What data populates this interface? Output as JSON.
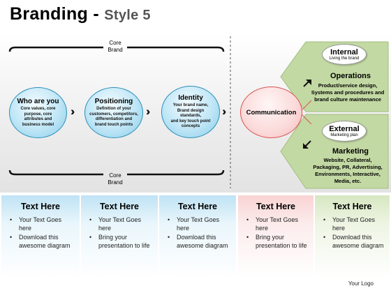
{
  "title": {
    "main": "Branding - ",
    "style": "Style 5"
  },
  "core_brand_top": [
    "Core",
    "Brand"
  ],
  "core_brand_bottom": [
    "Core",
    "Brand"
  ],
  "circles": [
    {
      "title": "Who are you",
      "desc": [
        "Core values, core",
        "purpose, core",
        "attributes and",
        "business model"
      ]
    },
    {
      "title": "Positioning",
      "desc": [
        "Definition of your",
        "customers, competitors,",
        "differentiation and",
        "brand touch points"
      ]
    },
    {
      "title": "Identity",
      "desc": [
        "Your brand name,",
        "Brand design",
        "standards,",
        "and key touch point",
        "concepts"
      ]
    }
  ],
  "communication": "Communication",
  "internal": {
    "title": "Internal",
    "subtitle": "Living the brand",
    "heading": "Operations",
    "desc": [
      "Product/service design,",
      "Systems and procedures and",
      "brand culture maintenance"
    ]
  },
  "external": {
    "title": "External",
    "subtitle": "Marketing plan",
    "heading": "Marketing",
    "desc": [
      "Website, Collateral,",
      "Packaging, PR, Advertising,",
      "Environments, Interactive,",
      "Media, etc."
    ]
  },
  "panels": [
    {
      "heading": "Text Here",
      "bullets": [
        "Your Text Goes here",
        "Download this awesome diagram"
      ]
    },
    {
      "heading": "Text Here",
      "bullets": [
        "Your Text Goes here",
        "Bring your presentation to life"
      ]
    },
    {
      "heading": "Text Here",
      "bullets": [
        "Your Text Goes here",
        "Download this awesome diagram"
      ]
    },
    {
      "heading": "Text Here",
      "bullets": [
        "Your Text Goes here",
        "Bring your presentation to life"
      ]
    },
    {
      "heading": "Text Here",
      "bullets": [
        "Your Text Goes here",
        "Download this awesome diagram"
      ]
    }
  ],
  "colors": {
    "blue_panel": "#cfeaf6",
    "pink_panel": "#fbe3e3",
    "green_panel": "#e6f0d6",
    "green_shape": "#c3d9a3",
    "circle_border": "#2a8fb8",
    "communication_border": "#d9534f"
  },
  "logo": "Your Logo"
}
